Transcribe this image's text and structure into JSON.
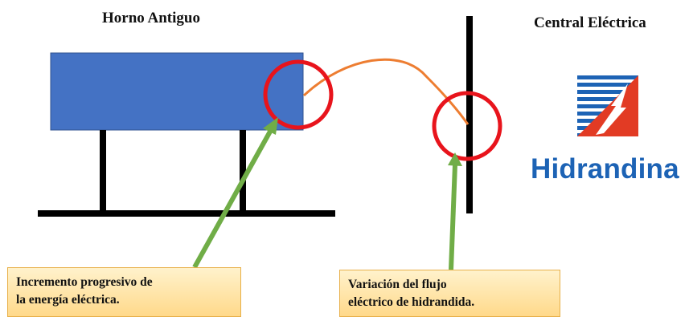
{
  "titles": {
    "left": "Horno Antiguo",
    "right": "Central Eléctrica"
  },
  "notes": {
    "left": {
      "line1": "Incremento progresivo de",
      "line2": "la energía eléctrica."
    },
    "right": {
      "line1": "Variación del flujo",
      "line2": "eléctrico de hidrandida."
    }
  },
  "logo": {
    "text": "Hidrandina",
    "icon": "lightning-bolt-icon"
  },
  "colors": {
    "furnace": "#4472c4",
    "wave": "#ed7d31",
    "highlight": "#e8141c",
    "arrow": "#70ad47",
    "logo_text": "#1d63b5",
    "logo_red": "#e23b24"
  }
}
